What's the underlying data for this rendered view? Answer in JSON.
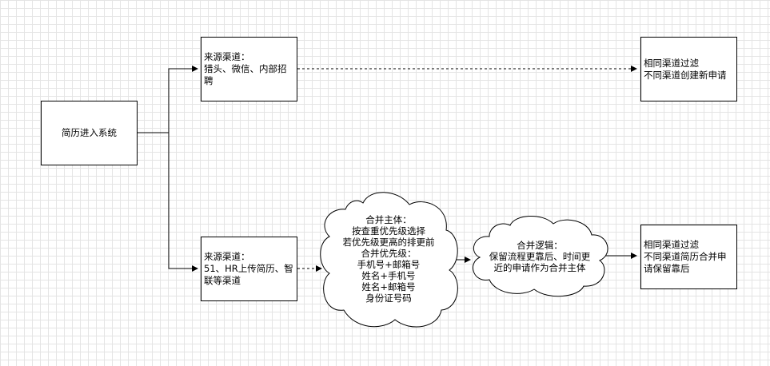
{
  "nodes": {
    "entry": "简历进入系统",
    "channel_a": "来源渠道：\n猎头、微信、内部招\n聘",
    "channel_b": "来源渠道：\n51、HR上传简历、智\n联等渠道",
    "merge_subject": "合并主体：\n按查重优先级选择\n若优先级更高的排更前\n合并优先级：\n手机号+邮箱号\n姓名+手机号\n姓名+邮箱号\n身份证号码",
    "merge_logic": "合并逻辑：\n保留流程更靠后、时间更\n近的申请作为合并主体",
    "result_a": "相同渠道过滤\n不同渠道创建新申请",
    "result_b": "相同渠道过滤\n不同渠道简历合并申\n请保留靠后"
  },
  "colors": {
    "line": "#000000",
    "grid": "#e4e4e4",
    "fill": "#ffffff"
  }
}
